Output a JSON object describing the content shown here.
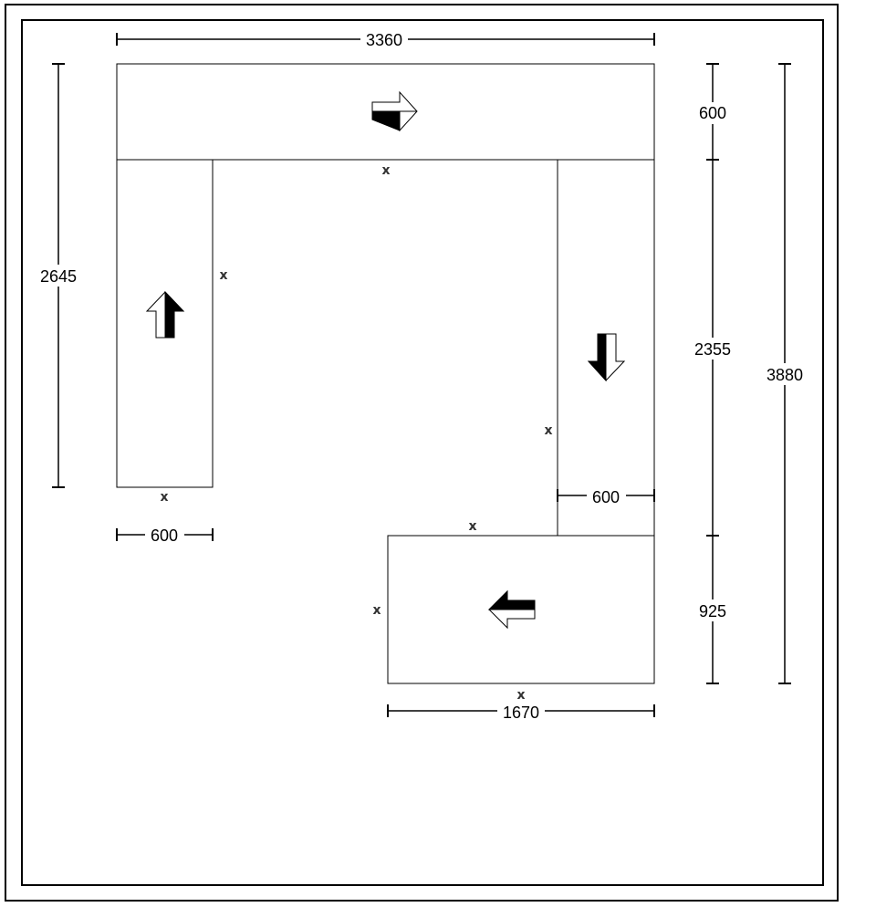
{
  "drawing": {
    "colors": {
      "line": "#000000",
      "background": "#ffffff",
      "x_mark": "#333333"
    },
    "dimensions": {
      "top_width": "3360",
      "left_height": "2645",
      "left_width": "600",
      "right_top_depth": "600",
      "right_middle_height": "2355",
      "right_bottom_height": "925",
      "right_total_height": "3880",
      "right_leg_width": "600",
      "bottom_width": "1670"
    },
    "edge_mark": "x",
    "grain_arrows": {
      "top_panel": "arrow-right",
      "left_panel": "arrow-up",
      "right_panel": "arrow-down",
      "bottom_panel": "arrow-left"
    }
  }
}
